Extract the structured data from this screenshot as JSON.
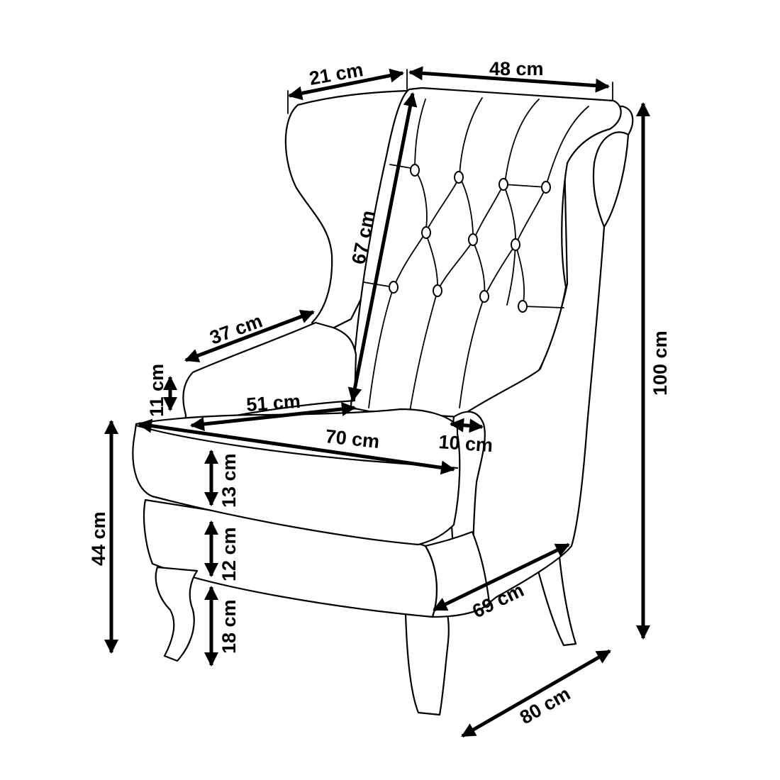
{
  "diagram": {
    "subject": "wingback armchair",
    "colors": {
      "line": "#000000",
      "fill": "#ffffff"
    },
    "dimensions": [
      {
        "id": "wing-top-width",
        "label": "21 cm"
      },
      {
        "id": "backrest-top-width",
        "label": "48 cm"
      },
      {
        "id": "backrest-height",
        "label": "67 cm"
      },
      {
        "id": "armrest-length",
        "label": "37 cm"
      },
      {
        "id": "armrest-cushion-height",
        "label": "11 cm"
      },
      {
        "id": "seat-depth",
        "label": "51 cm"
      },
      {
        "id": "seat-width",
        "label": "70 cm"
      },
      {
        "id": "armrest-width",
        "label": "10 cm"
      },
      {
        "id": "seat-cushion-height",
        "label": "13 cm"
      },
      {
        "id": "base-height",
        "label": "12 cm"
      },
      {
        "id": "leg-height",
        "label": "18 cm"
      },
      {
        "id": "seat-height",
        "label": "44 cm"
      },
      {
        "id": "total-height",
        "label": "100 cm"
      },
      {
        "id": "base-depth",
        "label": "69 cm"
      },
      {
        "id": "total-depth",
        "label": "80 cm"
      }
    ]
  }
}
